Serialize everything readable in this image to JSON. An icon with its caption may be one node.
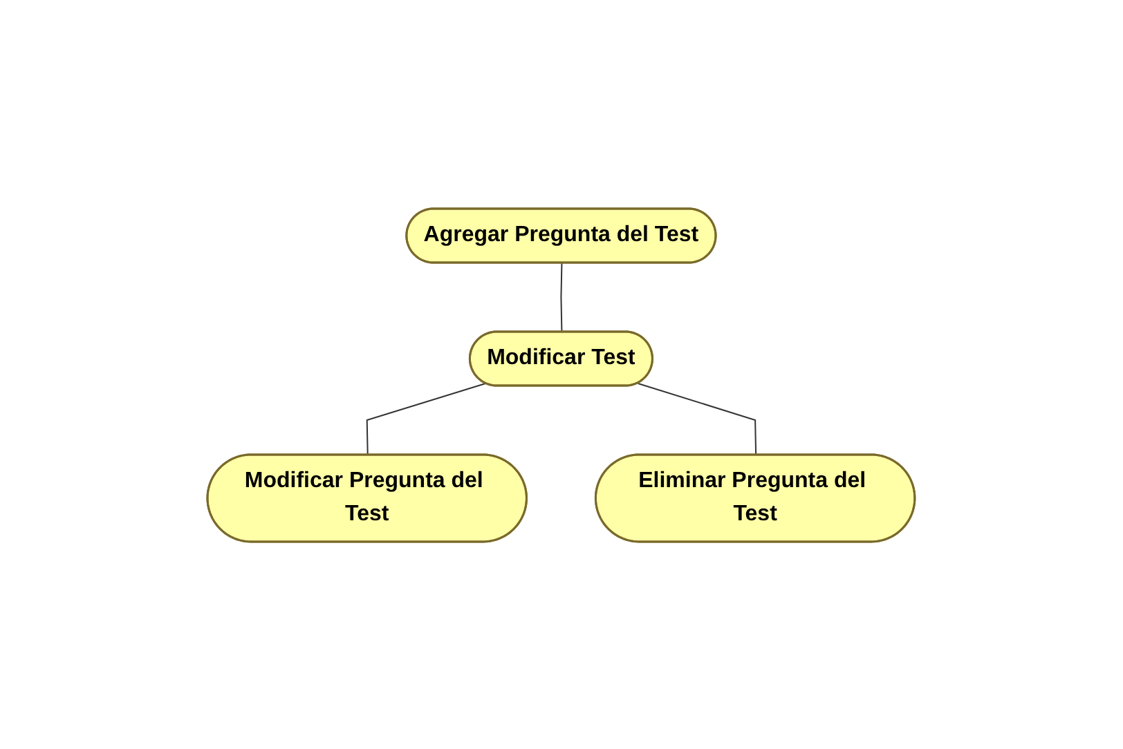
{
  "diagram": {
    "nodes": [
      {
        "text": [
          "Agregar Pregunta del Test"
        ]
      },
      {
        "text": [
          "Modificar Test"
        ]
      },
      {
        "text": [
          "Modificar Pregunta del Test"
        ]
      },
      {
        "text": [
          "Eliminar Pregunta del Test"
        ]
      }
    ],
    "edges": [
      {
        "from": 0,
        "to": 1,
        "arrow": "none"
      },
      {
        "from": 1,
        "to": 2,
        "arrow": "none"
      },
      {
        "from": 1,
        "to": 3,
        "arrow": "none"
      }
    ]
  }
}
